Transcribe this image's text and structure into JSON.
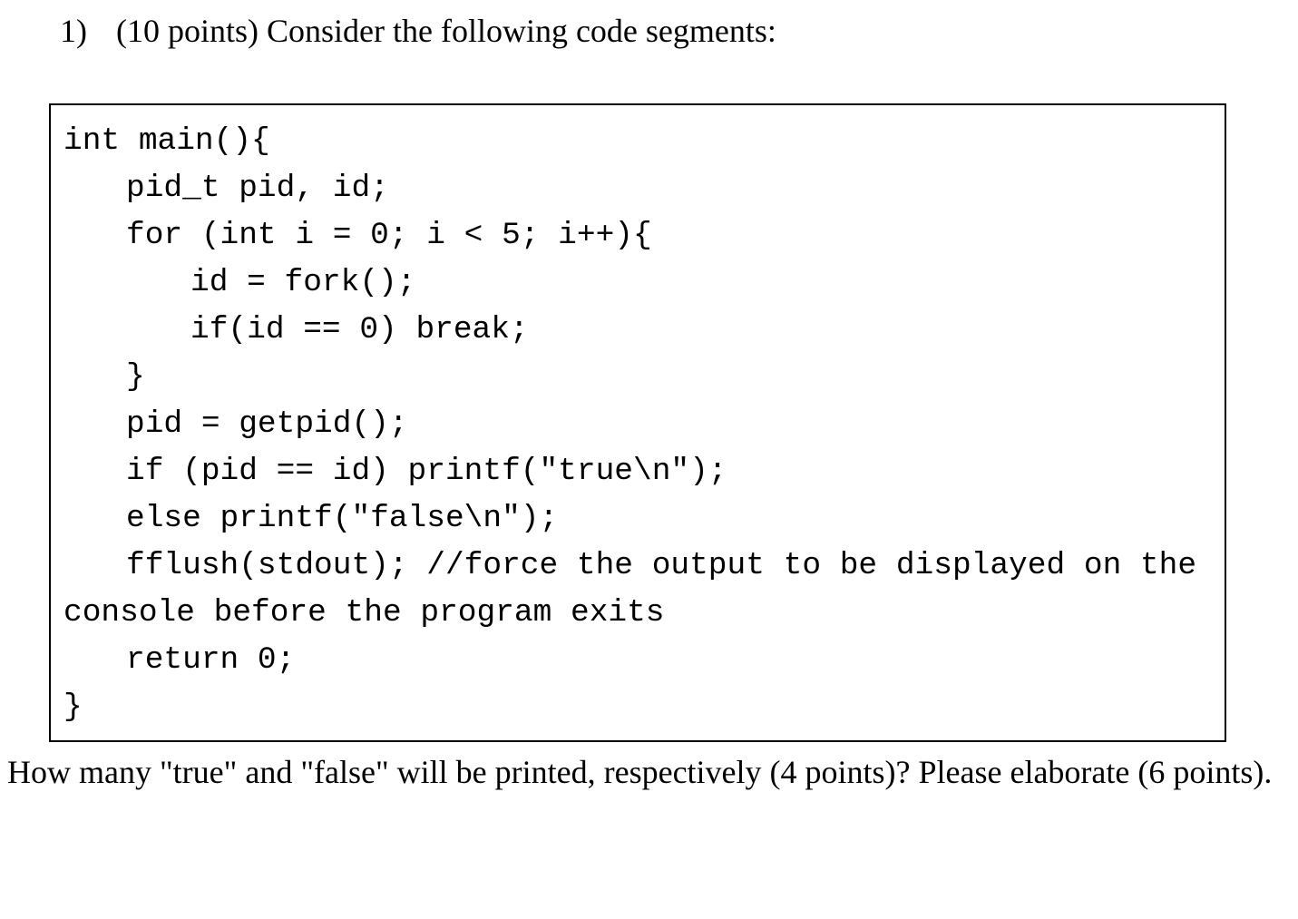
{
  "question": {
    "number": "1)",
    "text": "(10 points) Consider the following code segments:"
  },
  "code": {
    "lines": [
      "int main(){",
      "pid_t pid, id;",
      "for (int i = 0; i < 5; i++){",
      "id = fork();",
      "if(id == 0) break;",
      "}",
      "pid = getpid();",
      "if (pid == id) printf(\"true\\n\");",
      "else printf(\"false\\n\");",
      "fflush(stdout); //force the output to be displayed on the",
      "console before the program exits",
      "return 0;",
      "}"
    ]
  },
  "prompt": {
    "text": "How many \"true\" and \"false\" will be printed, respectively (4 points)? Please elaborate (6 points)."
  }
}
